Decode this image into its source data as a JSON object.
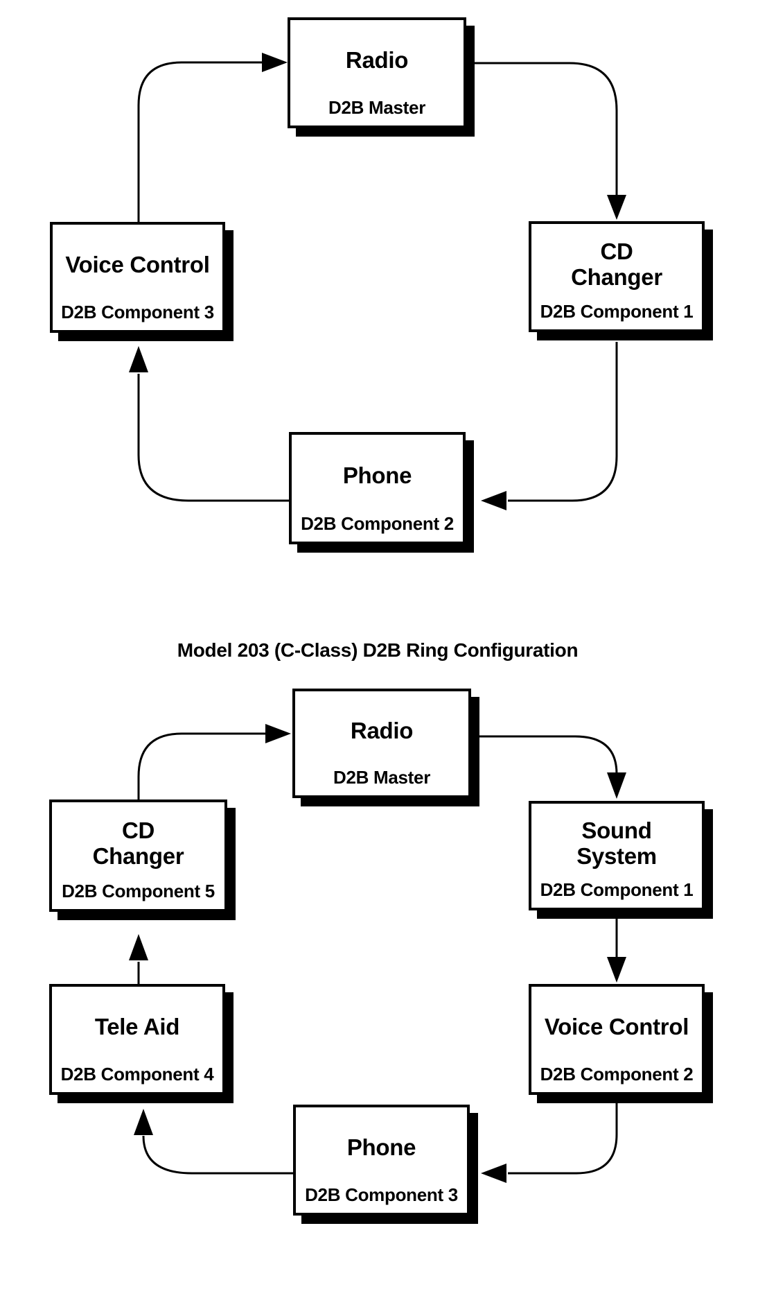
{
  "colors": {
    "ink": "#000000",
    "paper": "#ffffff"
  },
  "caption": "Model 203 (C-Class) D2B Ring Configuration",
  "top_diagram": {
    "nodes": {
      "radio": {
        "title": "Radio",
        "subtitle": "D2B Master"
      },
      "cd_changer": {
        "title": "CD\nChanger",
        "subtitle": "D2B Component 1"
      },
      "phone": {
        "title": "Phone",
        "subtitle": "D2B Component 2"
      },
      "voice_control": {
        "title": "Voice Control",
        "subtitle": "D2B Component 3"
      }
    }
  },
  "bottom_diagram": {
    "nodes": {
      "radio": {
        "title": "Radio",
        "subtitle": "D2B Master"
      },
      "sound_system": {
        "title": "Sound\nSystem",
        "subtitle": "D2B Component 1"
      },
      "voice_control": {
        "title": "Voice Control",
        "subtitle": "D2B Component 2"
      },
      "phone": {
        "title": "Phone",
        "subtitle": "D2B Component 3"
      },
      "tele_aid": {
        "title": "Tele Aid",
        "subtitle": "D2B Component 4"
      },
      "cd_changer": {
        "title": "CD\nChanger",
        "subtitle": "D2B Component 5"
      }
    }
  }
}
